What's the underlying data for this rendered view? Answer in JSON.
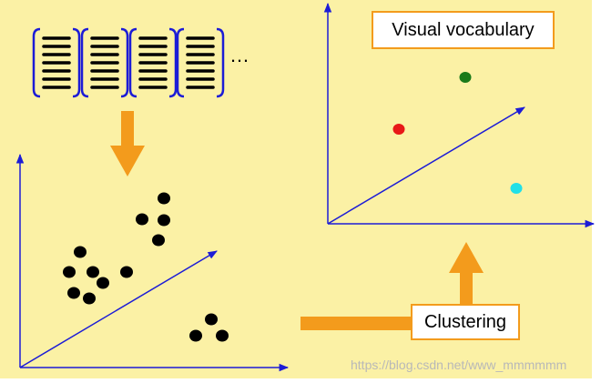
{
  "labels": {
    "visual_vocabulary": "Visual vocabulary",
    "clustering": "Clustering",
    "ellipsis": "…"
  },
  "watermark": "https://blog.csdn.net/www_mmmmmm",
  "colors": {
    "background": "#fbf1a5",
    "arrow": "#f39b1c",
    "axis": "#1c1cd6",
    "feature_point": "#000000",
    "box_border": "#f39b1c"
  },
  "vocabulary_points": [
    {
      "name": "green",
      "color": "#1a7a1a"
    },
    {
      "name": "red",
      "color": "#e81818"
    },
    {
      "name": "cyan",
      "color": "#22e0e8"
    }
  ]
}
